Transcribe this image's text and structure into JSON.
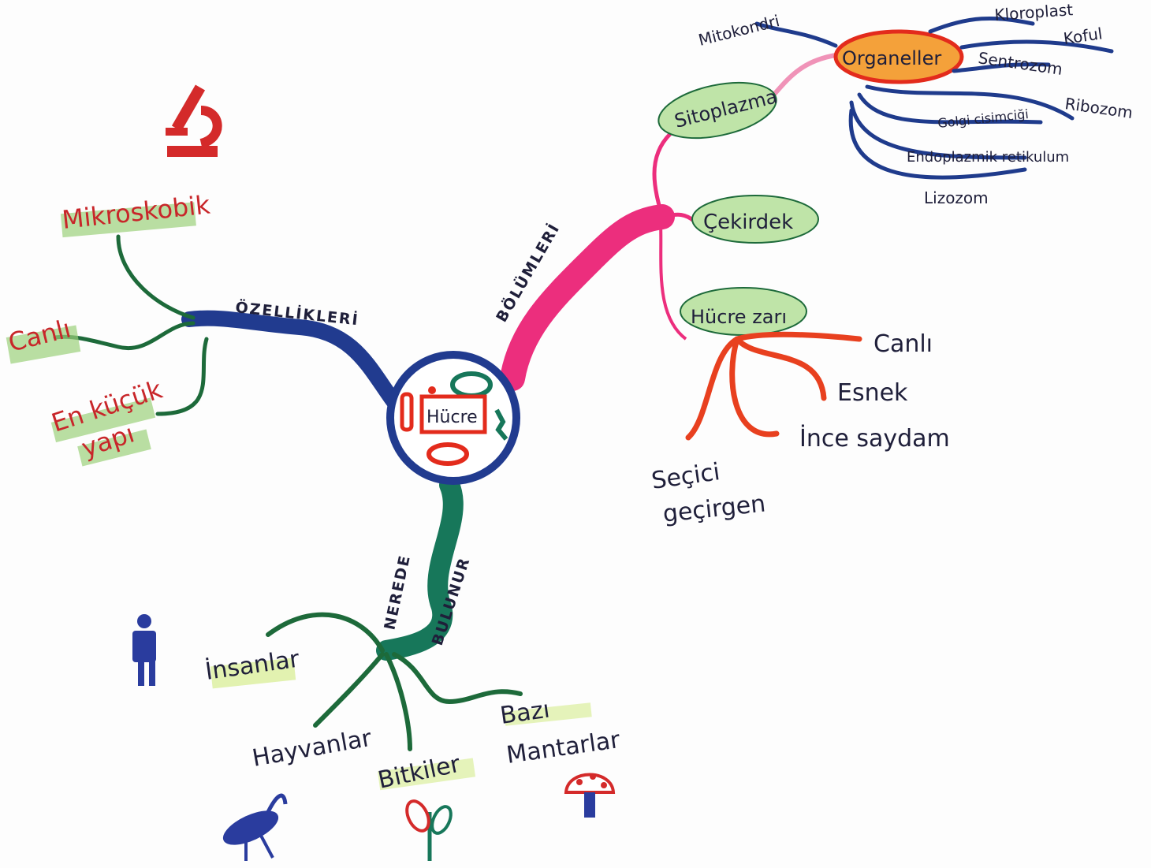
{
  "center": {
    "label": "Hücre"
  },
  "branches": {
    "properties": {
      "label": "ÖZELLİKLERİ",
      "items": [
        "Mikroskobik",
        "Canlı",
        "En küçük",
        "yapı"
      ]
    },
    "parts": {
      "label": "BÖLÜMLERİ",
      "cytoplasm": "Sitoplazma",
      "organelles": "Organeller",
      "organelle_items": [
        "Mitokondri",
        "Kloroplast",
        "Koful",
        "Sentrozom",
        "Ribozom",
        "Golgi cisimciği",
        "Endoplazmik retikulum",
        "Lizozom"
      ],
      "nucleus": "Çekirdek",
      "membrane": "Hücre zarı",
      "membrane_items": [
        "Canlı",
        "Esnek",
        "İnce saydam",
        "Seçici",
        "geçirgen"
      ]
    },
    "where": {
      "label_1": "NEREDE",
      "label_2": "BULUNUR",
      "items": [
        "İnsanlar",
        "Hayvanlar",
        "Bitkiler",
        "Bazı",
        "Mantarlar"
      ]
    }
  },
  "colors": {
    "blue": "#213b8f",
    "pink": "#ec2e7d",
    "teal": "#17775a",
    "dark_green": "#1d6a3a",
    "red": "#e8401f",
    "navy": "#1f3b8c",
    "highlight_green": "#9bd07a"
  },
  "icons": [
    "microscope-icon",
    "person-icon",
    "bird-icon",
    "plant-icon",
    "mushroom-icon"
  ]
}
